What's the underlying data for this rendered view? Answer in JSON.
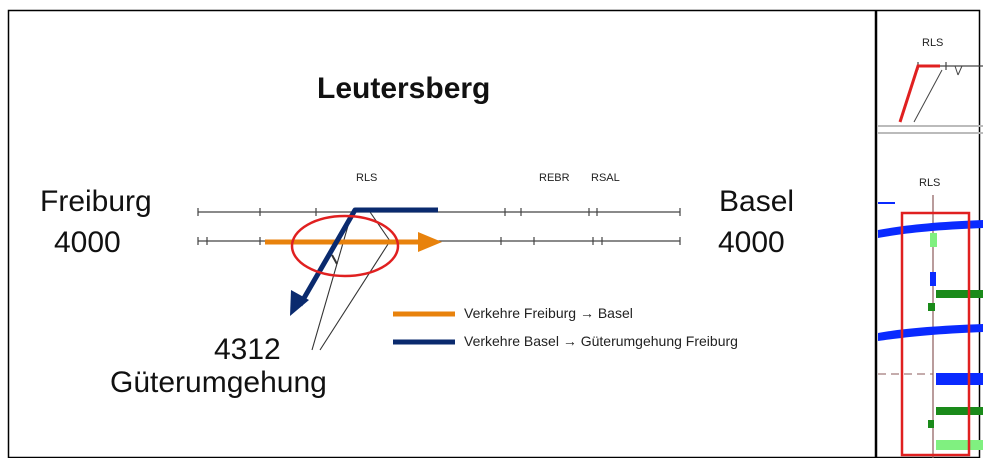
{
  "diagram": {
    "title": "Leutersberg",
    "left_city": "Freiburg",
    "left_code": "4000",
    "right_city": "Basel",
    "right_code": "4000",
    "branch_code": "4312",
    "branch_name": "Güterumgehung",
    "stations": {
      "rls": "RLS",
      "rebr": "REBR",
      "rsal": "RSAL"
    },
    "legend": [
      {
        "label": "Verkehre Freiburg → Basel",
        "color": "#e8820c"
      },
      {
        "label": "Verkehre Basel → Güterumgehung Freiburg",
        "color": "#0a2a6e"
      }
    ]
  },
  "right_panel": {
    "station_top": "RLS",
    "station_mid": "RLS"
  },
  "colors": {
    "orange": "#e8820c",
    "navy": "#0a2a6e",
    "red": "#e02020",
    "blue": "#0a2aff",
    "green": "#1a8a1a",
    "lightgreen": "#80f080"
  }
}
